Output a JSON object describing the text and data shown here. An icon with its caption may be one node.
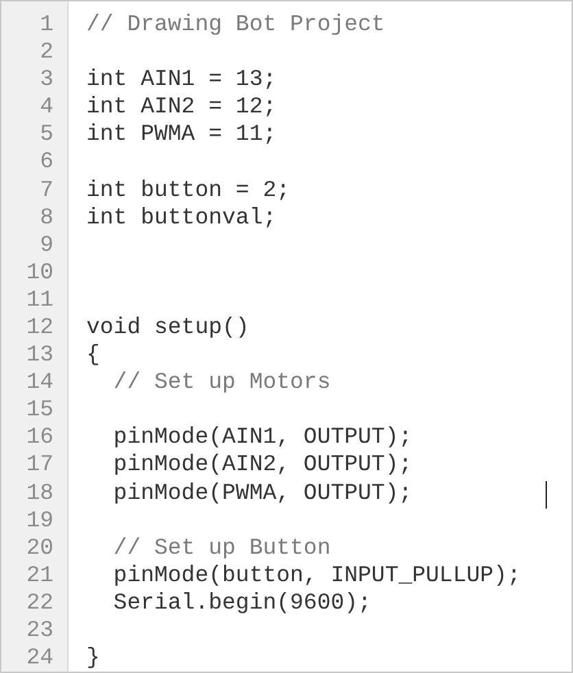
{
  "diagram": {
    "labels": [
      "1",
      "// Drawing Bot Project",
      "2",
      "3",
      "int AIN1 = 13;",
      "4",
      "int AIN2 = 12;",
      "5",
      "int PWMA = 11;",
      "6",
      "7",
      "int button = 2;",
      "8",
      "int buttonval;",
      "9",
      "10",
      "11",
      "12",
      "void setup()",
      "13",
      "{",
      "14",
      "// Set up Motors",
      "15",
      "16",
      "pinMode(AIN1, OUTPUT);",
      "17",
      "pinMode(AIN2, OUTPUT);",
      "18",
      "pinMode(PWMA, OUTPUT);",
      "19",
      "20",
      "// Set up Button",
      "21",
      "pinMode(button, INPUT_PULLUP);",
      "22",
      "Serial.begin(9600);",
      "23",
      "24",
      "}"
    ]
  }
}
